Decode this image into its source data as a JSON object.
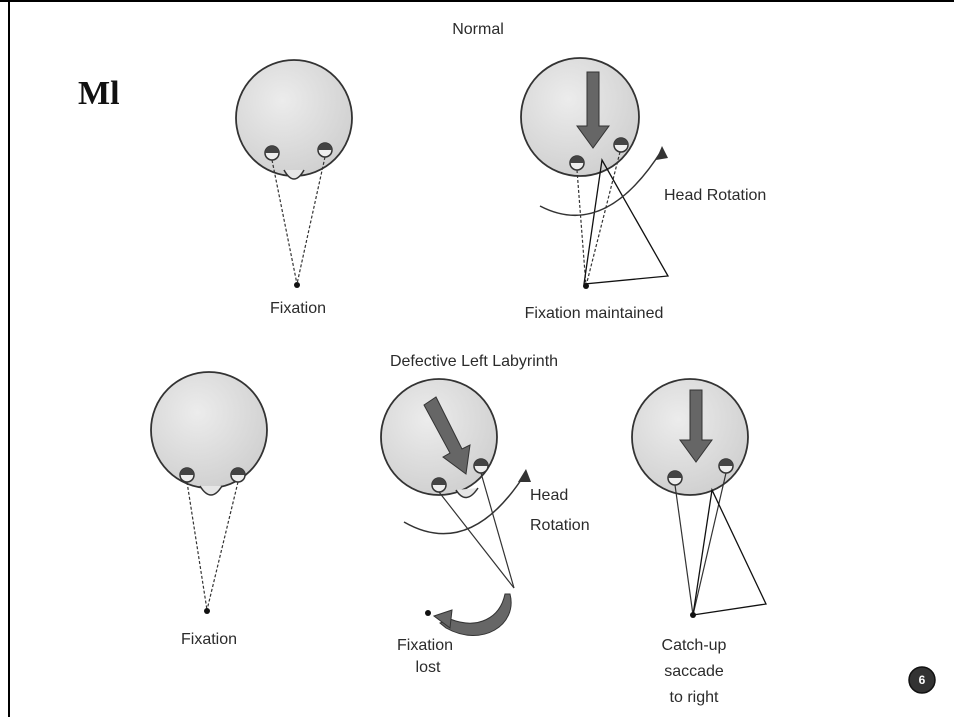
{
  "slide": {
    "title_fragment": "Ml",
    "page_number": "6"
  },
  "sections": {
    "normal": "Normal",
    "defective": "Defective Left Labyrinth"
  },
  "labels": {
    "fixation_1": "Fixation",
    "fixation_maintained": "Fixation maintained",
    "head_rotation_1": "Head Rotation",
    "fixation_2": "Fixation",
    "head_rotation_2_line1": "Head",
    "head_rotation_2_line2": "Rotation",
    "fixation_lost_line1": "Fixation",
    "fixation_lost_line2": "lost",
    "catch_up_line1": "Catch-up",
    "catch_up_line2": "saccade",
    "catch_up_line3": "to right"
  },
  "colors": {
    "head_fill": "#dcdcdc",
    "arrow_fill": "#666666",
    "badge_fill": "#333333",
    "line": "#333333"
  }
}
